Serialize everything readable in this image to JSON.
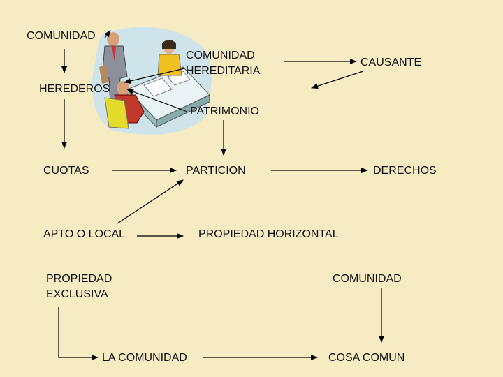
{
  "diagram": {
    "nodes": {
      "comunidad_top": "COMUNIDAD",
      "comunidad_hereditaria_l1": "COMUNIDAD",
      "comunidad_hereditaria_l2": "HEREDITARIA",
      "causante": "CAUSANTE",
      "herederos": "HEREDEROS",
      "patrimonio": "PATRIMONIO",
      "cuotas": "CUOTAS",
      "particion": "PARTICION",
      "derechos": "DERECHOS",
      "apto_local": "APTO O LOCAL",
      "propiedad_horizontal": "PROPIEDAD HORIZONTAL",
      "propiedad_exclusiva_l1": "PROPIEDAD",
      "propiedad_exclusiva_l2": "EXCLUSIVA",
      "comunidad_bottom": "COMUNIDAD",
      "la_comunidad": "LA COMUNIDAD",
      "cosa_comun": "COSA COMUN"
    },
    "illustration": "meeting-clipart",
    "colors": {
      "background": "#f6ebc2",
      "lines": "#000000"
    }
  }
}
